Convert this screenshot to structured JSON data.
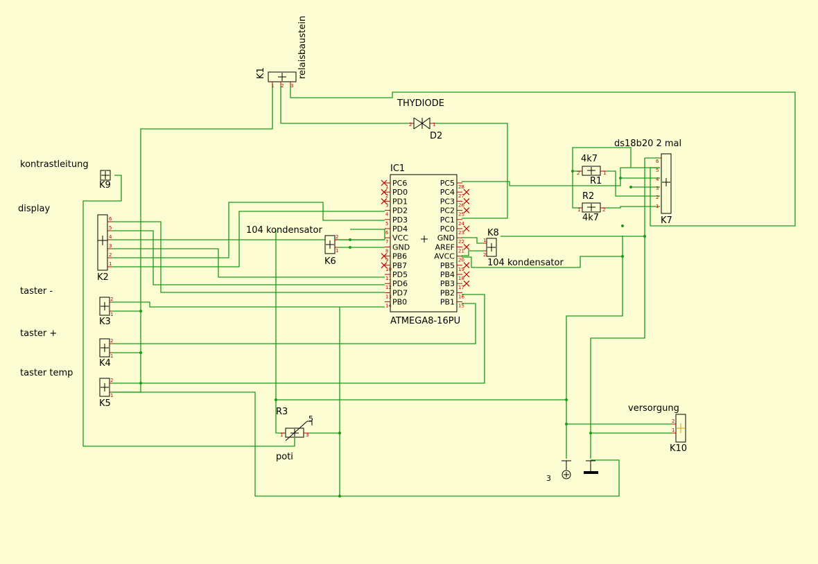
{
  "labels": {
    "k1": "K1",
    "relais": "relaisbaustein",
    "thydiode": "THYDIODE",
    "d2": "D2",
    "ic1": "IC1",
    "atmega": "ATMEGA8-16PU",
    "kontrast": "kontrastleitung",
    "k9": "K9",
    "display": "display",
    "k2": "K2",
    "kond1": "104 kondensator",
    "k6": "K6",
    "k8": "K8",
    "kond2": "104 kondensator",
    "taster_minus": "taster -",
    "k3": "K3",
    "taster_plus": "taster +",
    "k4": "K4",
    "taster_temp": "taster temp",
    "k5": "K5",
    "ds18": "ds18b20 2 mal",
    "r1_val": "4k7",
    "r1": "R1",
    "r2": "R2",
    "r2_val": "4k7",
    "k7": "K7",
    "r3": "R3",
    "r3_pin": "5",
    "poti": "poti",
    "versorgung": "versorgung",
    "k10": "K10",
    "supply_pin": "3"
  },
  "ic": {
    "left_pins": [
      {
        "name": "PC6",
        "num": "1",
        "nc": true
      },
      {
        "name": "PD0",
        "num": "2",
        "nc": true
      },
      {
        "name": "PD1",
        "num": "3",
        "nc": true
      },
      {
        "name": "PD2",
        "num": "4",
        "nc": false
      },
      {
        "name": "PD3",
        "num": "5",
        "nc": false
      },
      {
        "name": "PD4",
        "num": "6",
        "nc": false
      },
      {
        "name": "VCC",
        "num": "7",
        "nc": false
      },
      {
        "name": "GND",
        "num": "8",
        "nc": false
      },
      {
        "name": "PB6",
        "num": "9",
        "nc": true
      },
      {
        "name": "PB7",
        "num": "10",
        "nc": true
      },
      {
        "name": "PD5",
        "num": "11",
        "nc": false
      },
      {
        "name": "PD6",
        "num": "12",
        "nc": false
      },
      {
        "name": "PD7",
        "num": "13",
        "nc": false
      },
      {
        "name": "PB0",
        "num": "14",
        "nc": false
      }
    ],
    "right_pins": [
      {
        "name": "PC5",
        "num": "28",
        "nc": false
      },
      {
        "name": "PC4",
        "num": "27",
        "nc": true
      },
      {
        "name": "PC3",
        "num": "26",
        "nc": true
      },
      {
        "name": "PC2",
        "num": "25",
        "nc": true
      },
      {
        "name": "PC1",
        "num": "24",
        "nc": false
      },
      {
        "name": "PC0",
        "num": "23",
        "nc": true
      },
      {
        "name": "GND",
        "num": "22",
        "nc": false
      },
      {
        "name": "AREF",
        "num": "21",
        "nc": true
      },
      {
        "name": "AVCC",
        "num": "20",
        "nc": false
      },
      {
        "name": "PB5",
        "num": "19",
        "nc": true
      },
      {
        "name": "PB4",
        "num": "18",
        "nc": true
      },
      {
        "name": "PB3",
        "num": "17",
        "nc": true
      },
      {
        "name": "PB2",
        "num": "16",
        "nc": false
      },
      {
        "name": "PB1",
        "num": "15",
        "nc": false
      }
    ]
  },
  "connector_pins": {
    "k1": [
      "1",
      "2",
      "3"
    ],
    "k2": [
      "6",
      "5",
      "4",
      "3",
      "2",
      "1"
    ],
    "k7": [
      "6",
      "5",
      "4",
      "3",
      "2",
      "1"
    ],
    "k3": [
      "2",
      "1"
    ],
    "k4": [
      "2",
      "1"
    ],
    "k5": [
      "2",
      "1"
    ],
    "k6": [
      "2",
      "1"
    ],
    "k8": [
      "1",
      "2"
    ],
    "k10": [
      "2",
      "1"
    ],
    "r1": [
      "2",
      "1"
    ],
    "r2": [
      "1",
      "2"
    ],
    "r3": [
      "1",
      "3"
    ],
    "d2": [
      "2",
      "1"
    ]
  },
  "colors": {
    "background": "#fdfdd3",
    "wire": "#1a9a1a",
    "pin": "#c00000",
    "outline": "#000000"
  }
}
